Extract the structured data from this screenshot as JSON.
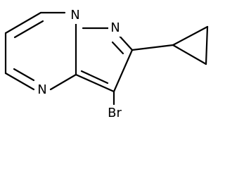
{
  "molecule": {
    "atom_labels": {
      "n_top_left": "N",
      "n_top_right": "N",
      "n_bottom": "N",
      "bromine": "Br"
    }
  }
}
